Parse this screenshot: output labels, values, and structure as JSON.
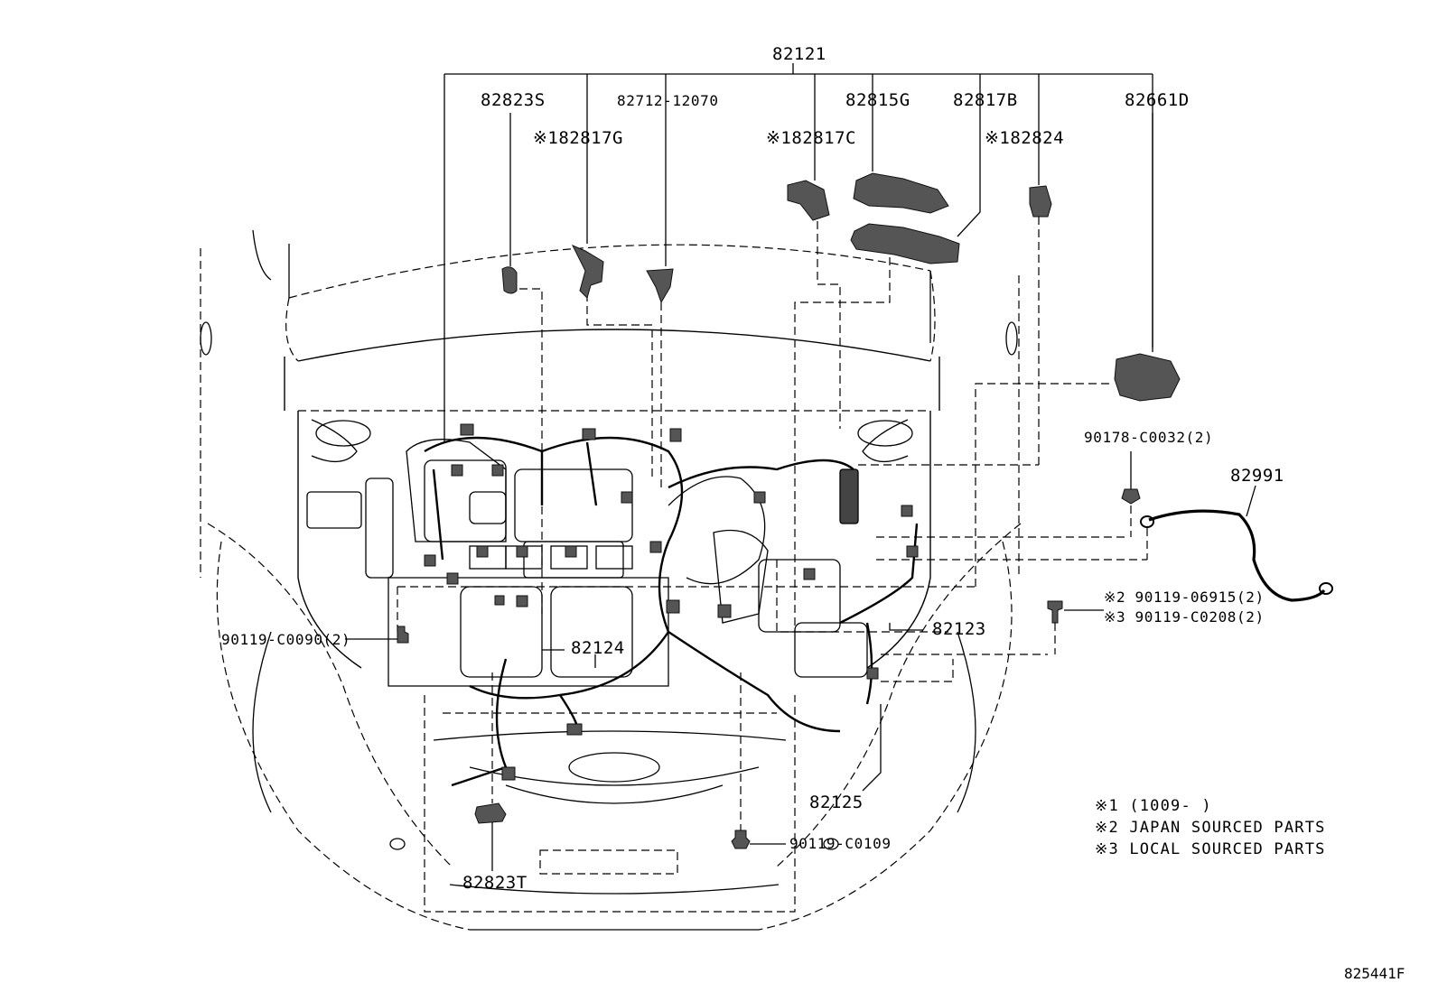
{
  "labels": {
    "assembly": "82121",
    "p_82823S": "82823S",
    "p_82712": "82712-12070",
    "p_82817G": "※182817G",
    "p_82817C": "※182817C",
    "p_82815G": "82815G",
    "p_82817B": "82817B",
    "p_82824": "※182824",
    "p_82661D": "82661D",
    "p_90178": "90178-C0032(2)",
    "p_82991": "82991",
    "p_90119_06915": "※2 90119-06915(2)",
    "p_90119_C0208": "※3 90119-C0208(2)",
    "p_82123": "82123",
    "p_90119_C0090": "90119-C0090(2)",
    "p_82124": "82124",
    "p_82125": "82125",
    "p_90119_C0109": "90119-C0109",
    "p_82823T": "82823T"
  },
  "notes": [
    "※1 (1009-      )",
    "※2  JAPAN SOURCED PARTS",
    "※3  LOCAL SOURCED PARTS"
  ],
  "figure_code": "825441F"
}
